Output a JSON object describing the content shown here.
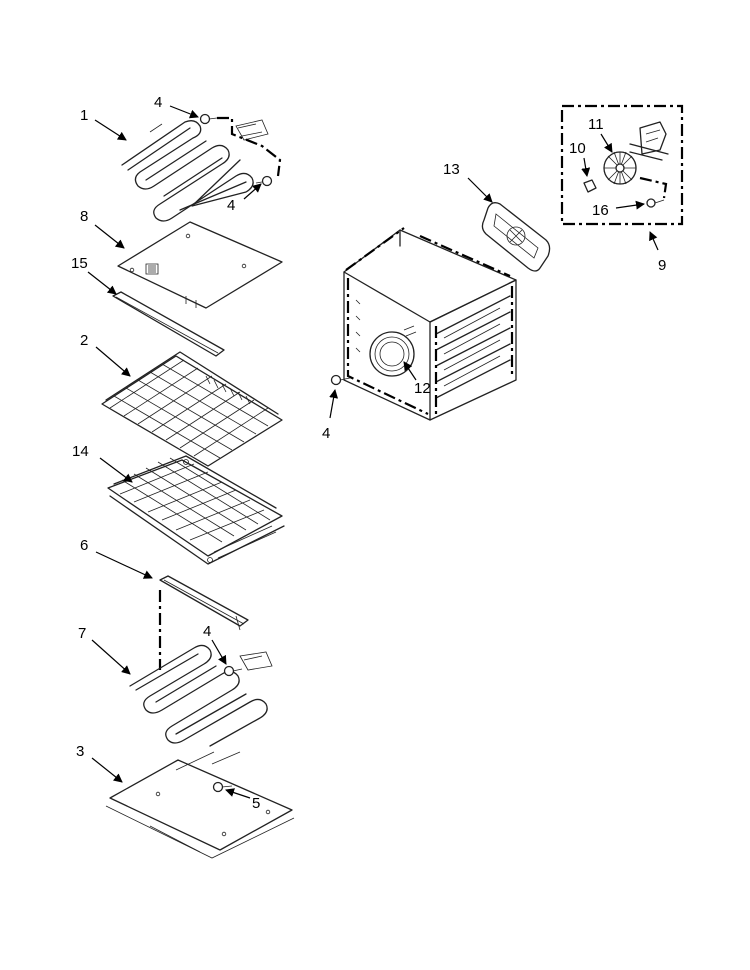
{
  "callouts": {
    "c1": "1",
    "c4a": "4",
    "c4b": "4",
    "c8": "8",
    "c15": "15",
    "c2": "2",
    "c14": "14",
    "c6": "6",
    "c7": "7",
    "c4c": "4",
    "c3": "3",
    "c5": "5",
    "c13": "13",
    "c12": "12",
    "c4d": "4",
    "c11": "11",
    "c10": "10",
    "c16": "16",
    "c9": "9"
  }
}
